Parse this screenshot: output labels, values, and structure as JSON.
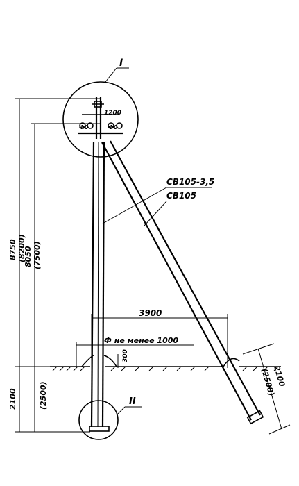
{
  "callouts": {
    "top_detail": "I",
    "bottom_detail": "II"
  },
  "labels": {
    "pole_type_1": "СВ105-3,5",
    "pole_type_2": "СВ105"
  },
  "dimensions": {
    "total_height": "8750",
    "total_height_alt": "(8200)",
    "brace_height": "8050",
    "brace_height_alt": "(7500)",
    "crossarm_offset": "1200",
    "brace_span": "3900",
    "min_distance": "Ф не менее 1000",
    "mound_height": "300",
    "embed_depth_left": "2100",
    "embed_depth_left_alt": "(2500)",
    "embed_depth_right": "2100",
    "embed_depth_right_alt": "(2500)",
    "insulator_left_a": "Ф0",
    "insulator_left_b": "Ф0",
    "insulator_right_a": "Ф0",
    "insulator_right_b": "Ф0"
  },
  "colors": {
    "ink": "#000000",
    "paper": "#ffffff"
  }
}
